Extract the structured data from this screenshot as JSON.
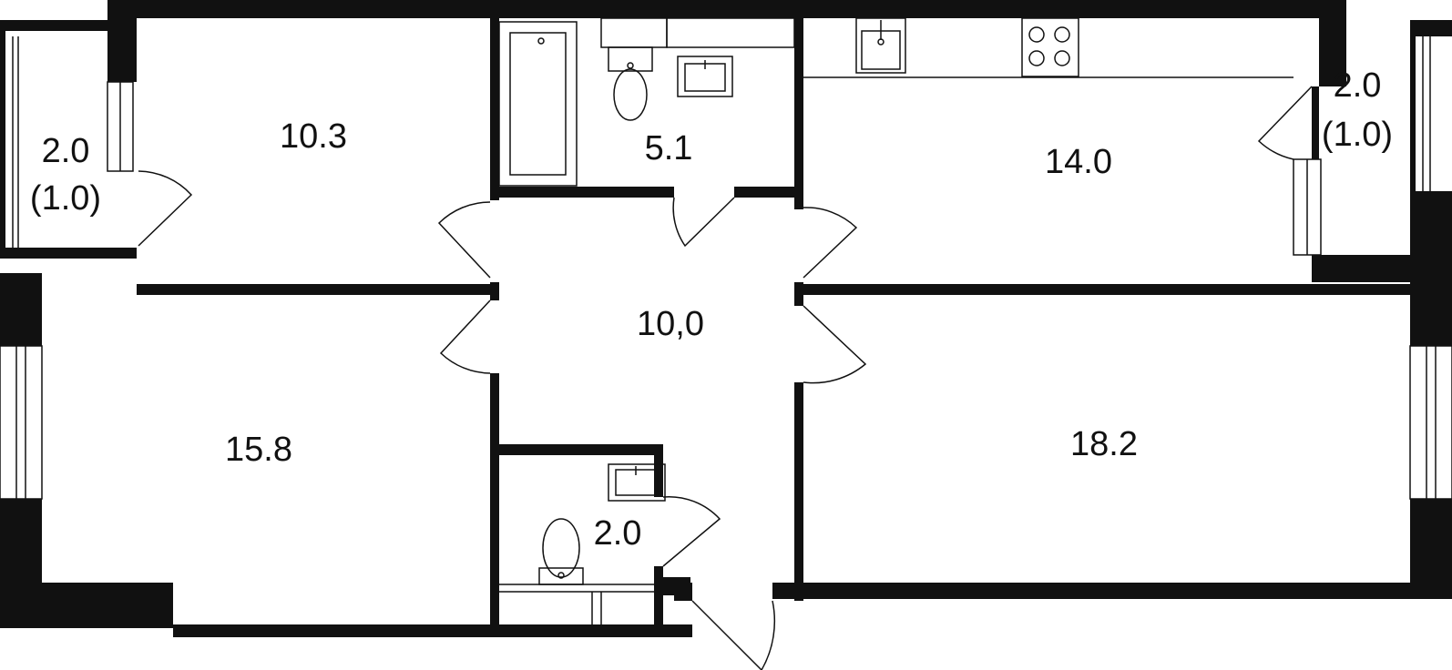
{
  "plan": {
    "wall_color": "#111111",
    "line_color": "#111111",
    "background": "#ffffff",
    "rooms": {
      "balcony_left": {
        "area": "2.0",
        "area_reduced": "(1.0)"
      },
      "bedroom_top_left": {
        "area": "10.3"
      },
      "bathroom": {
        "area": "5.1"
      },
      "kitchen": {
        "area": "14.0"
      },
      "balcony_right": {
        "area": "2.0",
        "area_reduced": "(1.0)"
      },
      "hallway": {
        "area": "10,0"
      },
      "bedroom_bottom_left": {
        "area": "15.8"
      },
      "wc": {
        "area": "2.0"
      },
      "living_room": {
        "area": "18.2"
      }
    }
  }
}
